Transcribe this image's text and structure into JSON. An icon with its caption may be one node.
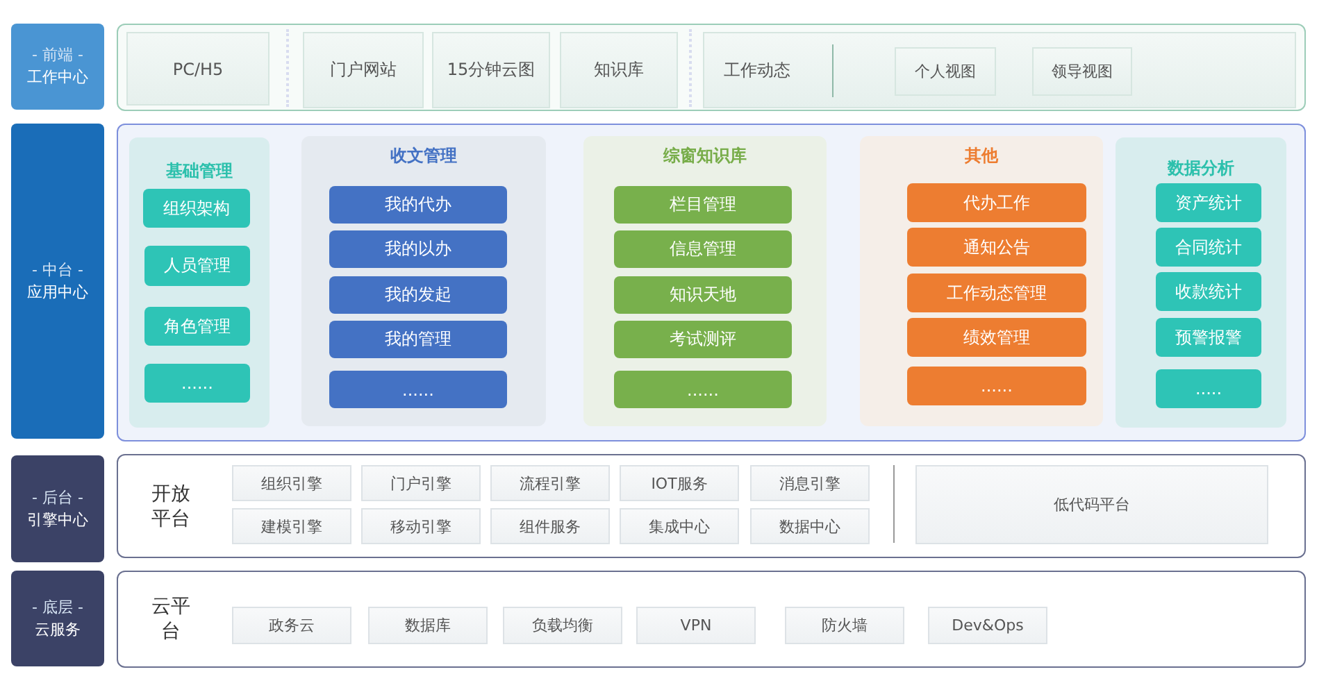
{
  "diagram": {
    "nodes": [
      {
        "text": [
          "- 前端 -",
          "工作中心"
        ]
      },
      {
        "text": [],
        "shape": "box"
      },
      {
        "text": [
          "PC/H5"
        ],
        "in": 1
      },
      {
        "text": [
          "门户网站"
        ],
        "in": 1
      },
      {
        "text": [
          "15分钟云图"
        ],
        "in": 1
      },
      {
        "text": [
          "知识库"
        ],
        "in": 1
      },
      {
        "text": [
          "工作动态"
        ],
        "in": 1
      },
      {
        "text": [
          "个人视图"
        ],
        "in": 6
      },
      {
        "text": [
          "领导视图"
        ],
        "in": 6
      },
      {
        "text": [
          "- 中台 -",
          "应用中心"
        ]
      },
      {
        "text": [],
        "shape": "box"
      },
      {
        "text": [
          "基础管理"
        ],
        "in": 10
      },
      {
        "text": [
          "组织架构"
        ],
        "in": 11
      },
      {
        "text": [
          "人员管理"
        ],
        "in": 11
      },
      {
        "text": [
          "角色管理"
        ],
        "in": 11
      },
      {
        "text": [
          "......"
        ],
        "in": 11
      },
      {
        "text": [
          "收文管理"
        ],
        "in": 10
      },
      {
        "text": [
          "我的代办"
        ],
        "in": 16
      },
      {
        "text": [
          "我的以办"
        ],
        "in": 16
      },
      {
        "text": [
          "我的发起"
        ],
        "in": 16
      },
      {
        "text": [
          "我的管理"
        ],
        "in": 16
      },
      {
        "text": [
          "......"
        ],
        "in": 16
      },
      {
        "text": [
          "综窗知识库"
        ],
        "in": 10
      },
      {
        "text": [
          "栏目管理"
        ],
        "in": 22
      },
      {
        "text": [
          "信息管理"
        ],
        "in": 22
      },
      {
        "text": [
          "知识天地"
        ],
        "in": 22
      },
      {
        "text": [
          "考试测评"
        ],
        "in": 22
      },
      {
        "text": [
          "......"
        ],
        "in": 22
      },
      {
        "text": [
          "其他"
        ],
        "in": 10
      },
      {
        "text": [
          "代办工作"
        ],
        "in": 28
      },
      {
        "text": [
          "通知公告"
        ],
        "in": 28
      },
      {
        "text": [
          "工作动态管理"
        ],
        "in": 28
      },
      {
        "text": [
          "绩效管理"
        ],
        "in": 28
      },
      {
        "text": [
          "......"
        ],
        "in": 28
      },
      {
        "text": [
          "数据分析"
        ],
        "in": 10
      },
      {
        "text": [
          "资产统计"
        ],
        "in": 34
      },
      {
        "text": [
          "合同统计"
        ],
        "in": 34
      },
      {
        "text": [
          "收款统计"
        ],
        "in": 34
      },
      {
        "text": [
          "预警报警"
        ],
        "in": 34
      },
      {
        "text": [
          "....."
        ],
        "in": 34
      },
      {
        "text": [
          "- 后台 -",
          "引擎中心"
        ]
      },
      {
        "text": [
          "开放平台"
        ]
      },
      {
        "text": [
          "组织引擎"
        ],
        "in": 41
      },
      {
        "text": [
          "门户引擎"
        ],
        "in": 41
      },
      {
        "text": [
          "流程引擎"
        ],
        "in": 41
      },
      {
        "text": [
          "IOT服务"
        ],
        "in": 41
      },
      {
        "text": [
          "消息引擎"
        ],
        "in": 41
      },
      {
        "text": [
          "建模引擎"
        ],
        "in": 41
      },
      {
        "text": [
          "移动引擎"
        ],
        "in": 41
      },
      {
        "text": [
          "组件服务"
        ],
        "in": 41
      },
      {
        "text": [
          "集成中心"
        ],
        "in": 41
      },
      {
        "text": [
          "数据中心"
        ],
        "in": 41
      },
      {
        "text": [
          "低代码平台"
        ],
        "in": 41
      },
      {
        "text": [
          "- 底层 -",
          "云服务"
        ]
      },
      {
        "text": [
          "云平台"
        ]
      },
      {
        "text": [
          "政务云"
        ],
        "in": 54
      },
      {
        "text": [
          "数据库"
        ],
        "in": 54
      },
      {
        "text": [
          "负载均衡"
        ],
        "in": 54
      },
      {
        "text": [
          "VPN"
        ],
        "in": 54
      },
      {
        "text": [
          "防火墙"
        ],
        "in": 54
      },
      {
        "text": [
          "Dev&Ops"
        ],
        "in": 54
      }
    ]
  }
}
